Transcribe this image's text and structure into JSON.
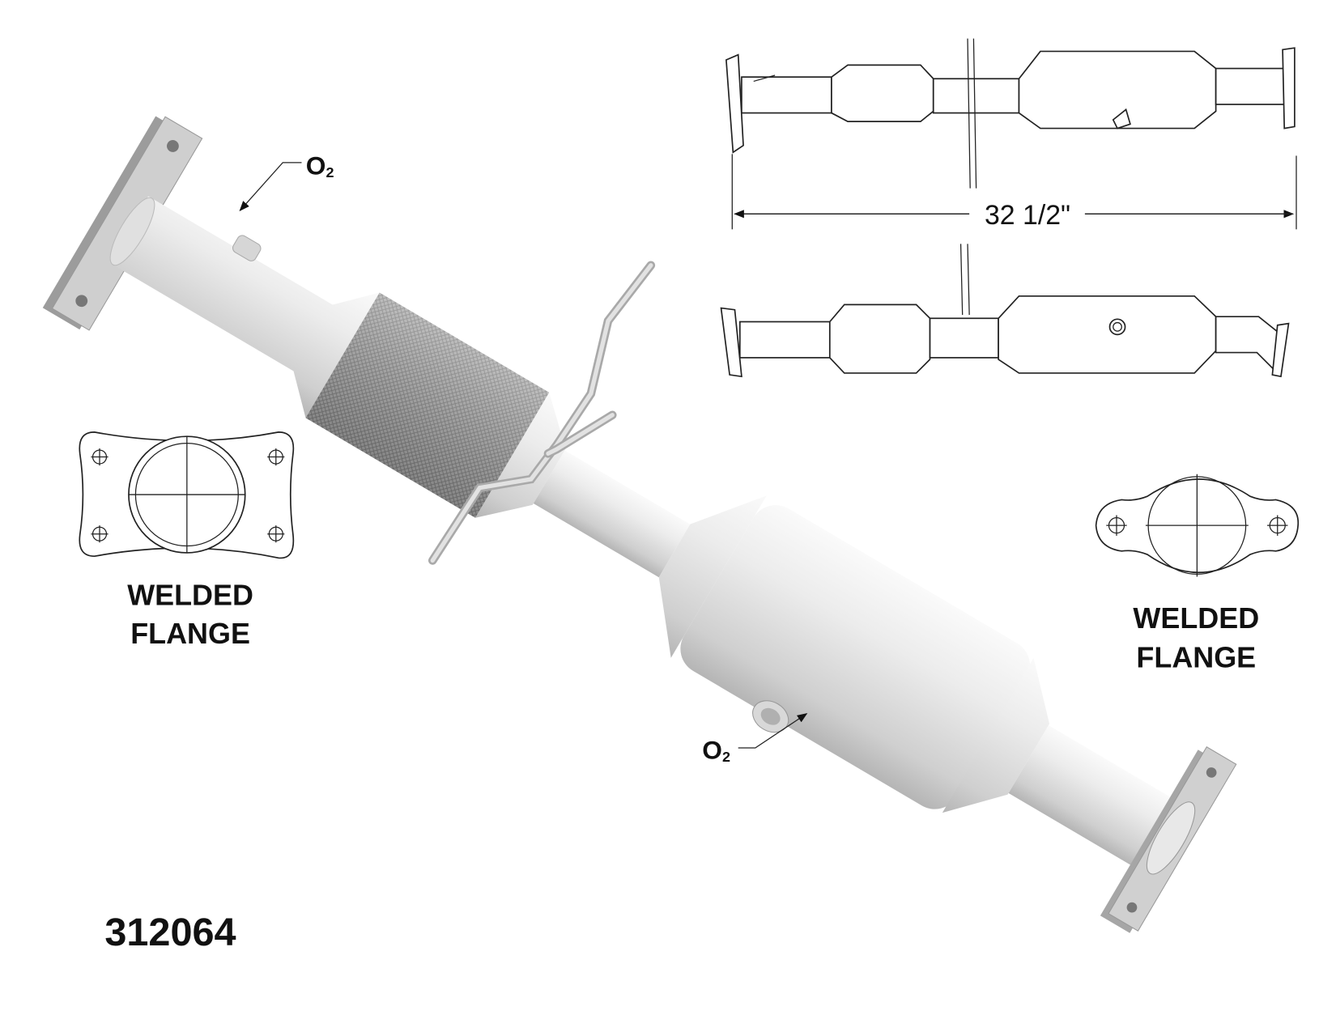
{
  "part_number": "312064",
  "sensor_labels": [
    {
      "main": "O",
      "sub": "2"
    },
    {
      "main": "O",
      "sub": "2"
    }
  ],
  "dimension": "32 1/2\"",
  "flanges": [
    {
      "line1": "WELDED",
      "line2": "FLANGE"
    },
    {
      "line1": "WELDED",
      "line2": "FLANGE"
    }
  ],
  "colors": {
    "metal_light": "#f2f2f2",
    "metal_dark": "#b9b9b9",
    "flange": "#c9c9c9",
    "mesh": "#8f8f8f",
    "ink": "#111111"
  }
}
